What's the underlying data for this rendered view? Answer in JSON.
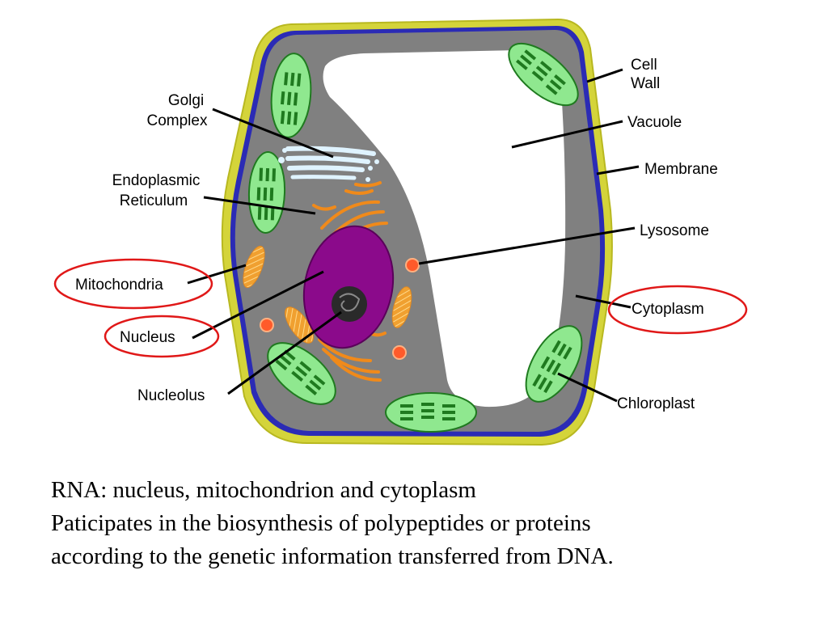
{
  "diagram": {
    "labels": {
      "cell_wall_1": "Cell",
      "cell_wall_2": "Wall",
      "golgi_1": "Golgi",
      "golgi_2": "Complex",
      "vacuole": "Vacuole",
      "membrane": "Membrane",
      "er_1": "Endoplasmic",
      "er_2": "Reticulum",
      "lysosome": "Lysosome",
      "mitochondria": "Mitochondria",
      "cytoplasm": "Cytoplasm",
      "nucleus": "Nucleus",
      "nucleolus": "Nucleolus",
      "chloroplast": "Chloroplast"
    },
    "colors": {
      "cell_wall": "#d4d43a",
      "membrane": "#2b2bb5",
      "cytoplasm": "#808080",
      "vacuole": "#ffffff",
      "chloroplast": "#8fe88f",
      "thylakoid": "#1f7a1f",
      "nucleus": "#8b0a8b",
      "nucleolus": "#2a2a2a",
      "er": "#f08a1a",
      "mitochondria": "#f0a030",
      "lysosome": "#ff5a2a",
      "golgi": "#dff3ff",
      "highlight_circle": "#e01818"
    },
    "highlighted": [
      "Mitochondria",
      "Nucleus",
      "Cytoplasm"
    ]
  },
  "caption": {
    "line1": "RNA: nucleus, mitochondrion and cytoplasm",
    "line2": "Paticipates in the biosynthesis of polypeptides or proteins",
    "line3": "according to the genetic information transferred from DNA."
  }
}
